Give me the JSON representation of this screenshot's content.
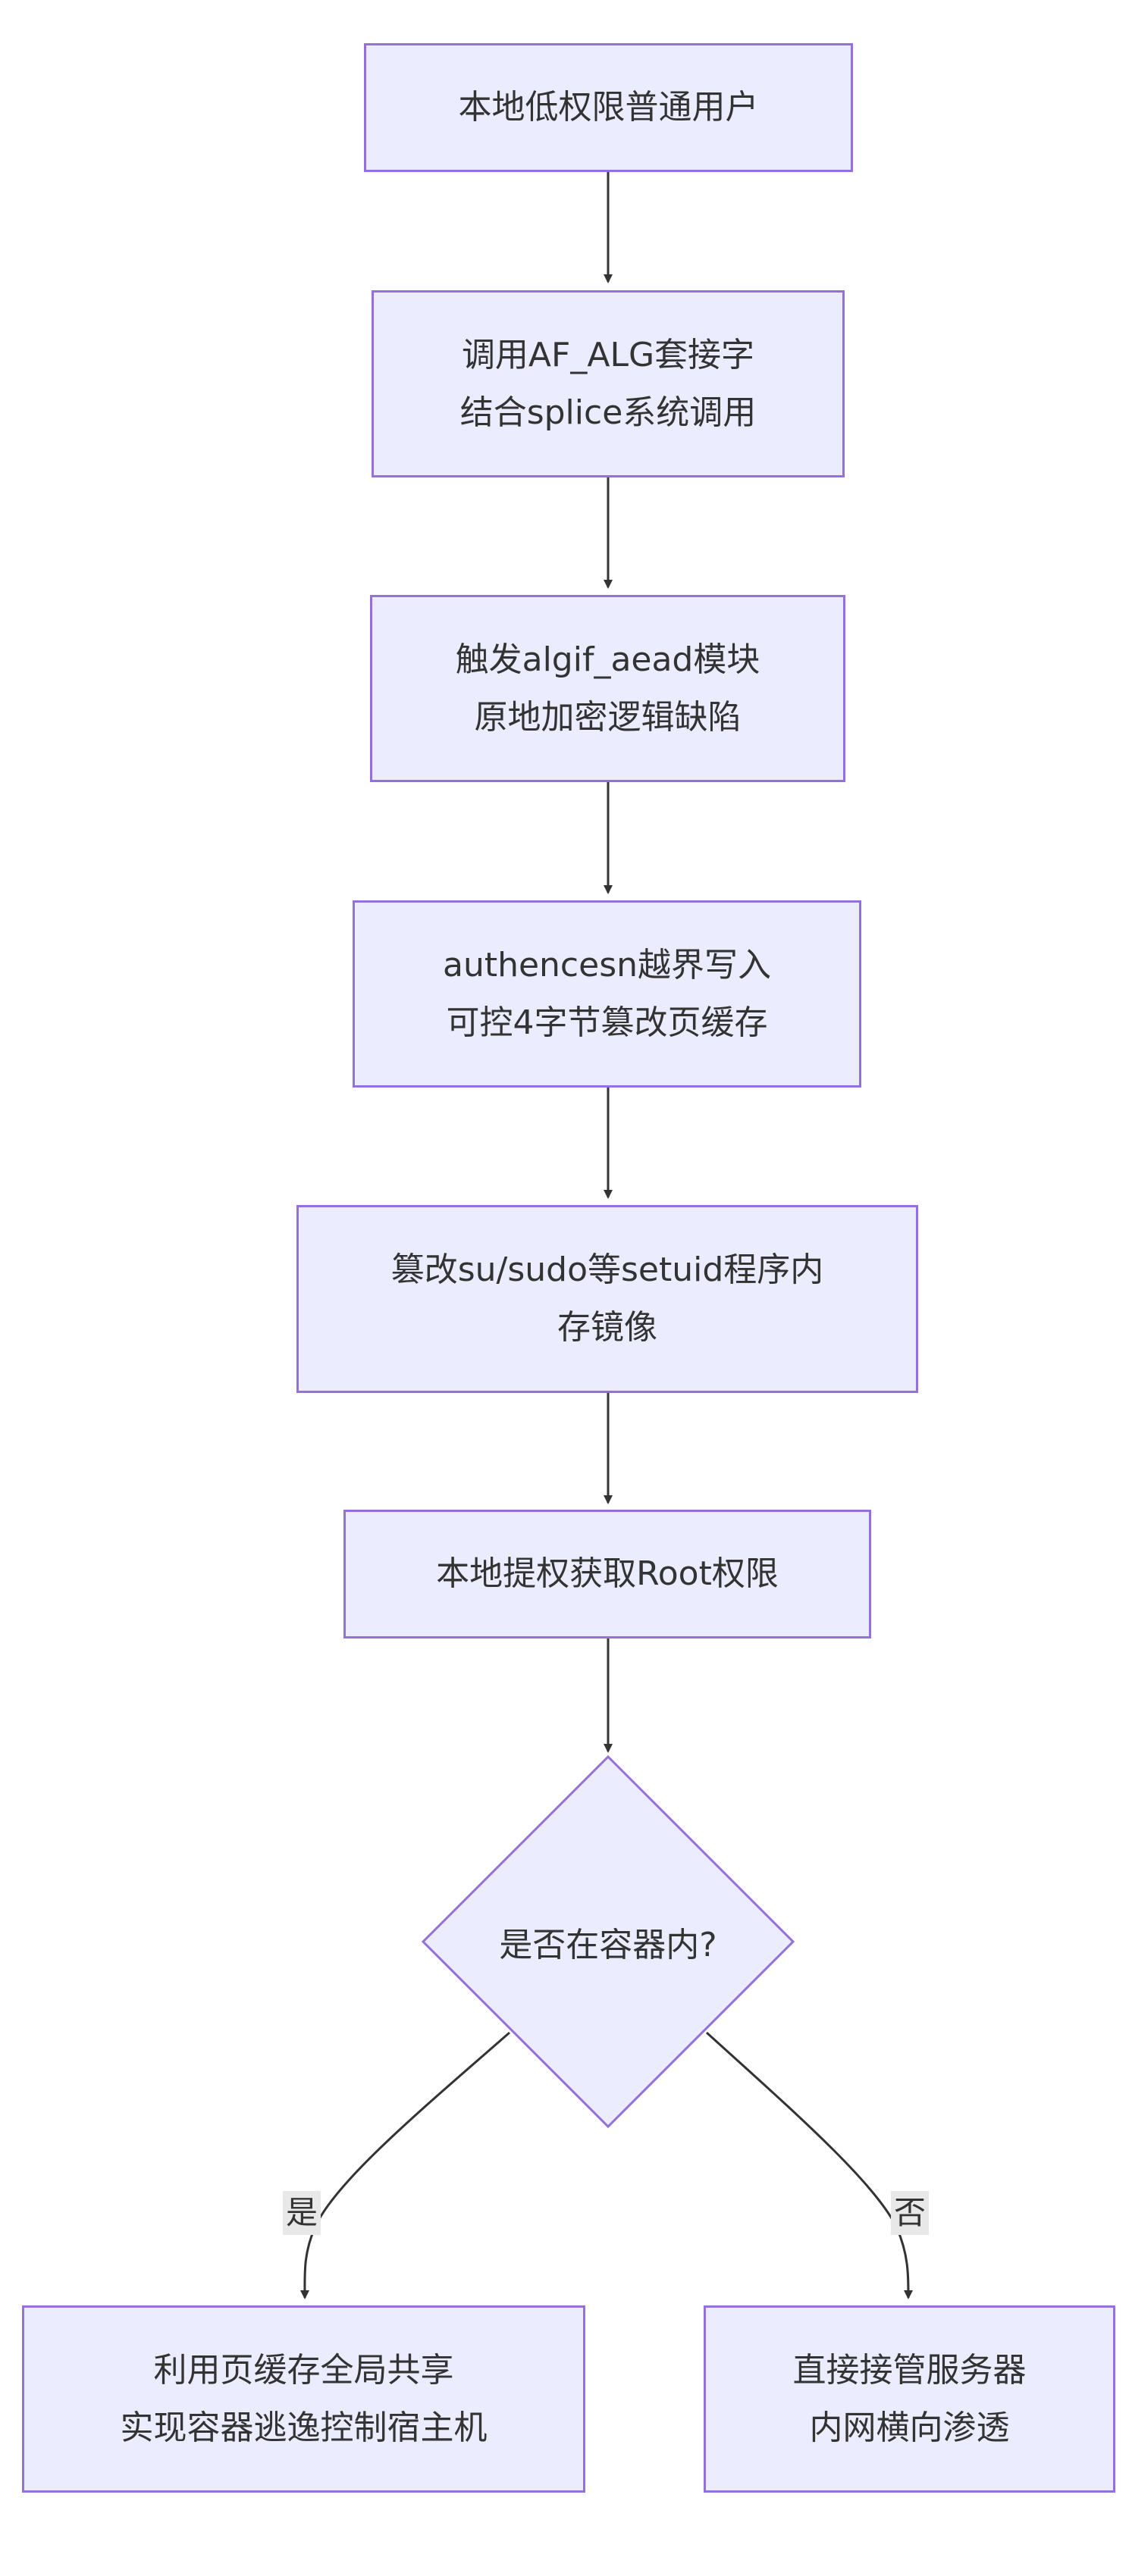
{
  "nodes": {
    "start": {
      "line1": "本地低权限普通用户"
    },
    "step1": {
      "line1": "调用AF_ALG套接字",
      "line2": "结合splice系统调用"
    },
    "step2": {
      "line1": "触发algif_aead模块",
      "line2": "原地加密逻辑缺陷"
    },
    "step3": {
      "line1": "authencesn越界写入",
      "line2": "可控4字节篡改页缓存"
    },
    "step4": {
      "line1": "篡改su/sudo等setuid程序内",
      "line2": "存镜像"
    },
    "step5": {
      "line1": "本地提权获取Root权限"
    },
    "decision": {
      "label": "是否在容器内?"
    },
    "yes_result": {
      "line1": "利用页缓存全局共享",
      "line2": "实现容器逃逸控制宿主机"
    },
    "no_result": {
      "line1": "直接接管服务器",
      "line2": "内网横向渗透"
    }
  },
  "edges": {
    "yes_label": "是",
    "no_label": "否"
  },
  "colors": {
    "node_fill": "#ececff",
    "node_border": "#9370db",
    "edge": "#333333",
    "edge_label_bg": "#e8e8e8"
  }
}
